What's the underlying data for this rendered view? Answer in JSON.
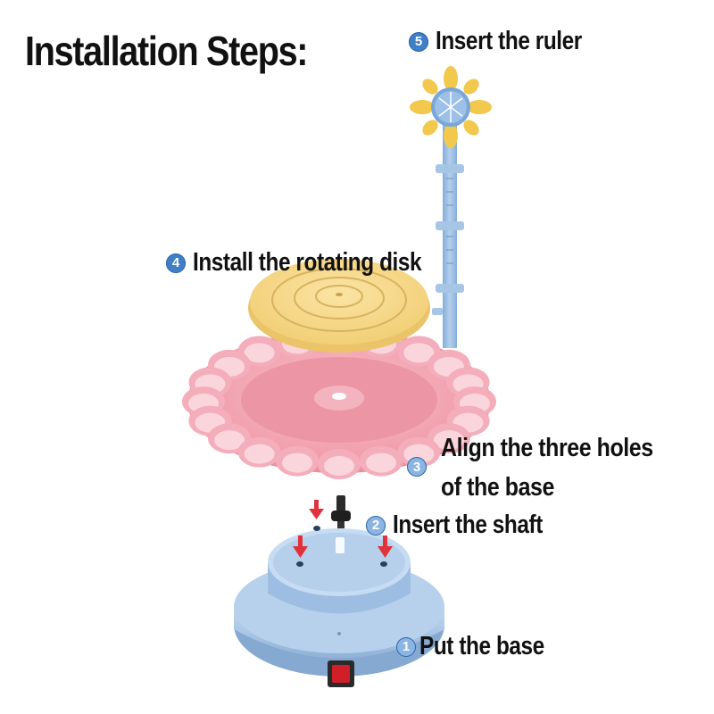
{
  "title": "Installation Steps:",
  "steps": [
    {
      "number": "1",
      "label": "Put the base"
    },
    {
      "number": "2",
      "label": "Insert the shaft"
    },
    {
      "number": "3",
      "label_line1": "Align the three holes",
      "label_line2": "of the base"
    },
    {
      "number": "4",
      "label": "Install the rotating disk"
    },
    {
      "number": "5",
      "label": "Insert the ruler"
    }
  ],
  "colors": {
    "badge": "#3f7fc6",
    "base": "#a9c6e6",
    "tray": "#f2a3b1",
    "disk": "#f7d98a",
    "ruler": "#9cc0e3",
    "arrow": "#e0323a",
    "switch": "#d11f2a"
  }
}
